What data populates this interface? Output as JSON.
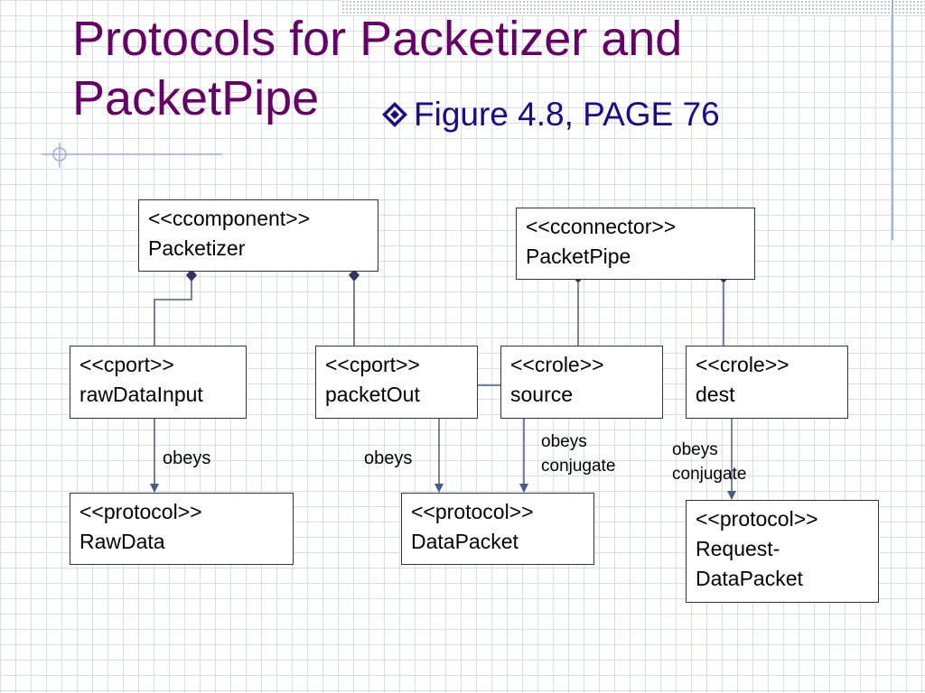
{
  "title": {
    "line1": "Protocols for Packetizer and",
    "line2": "PacketPipe"
  },
  "bullet": {
    "icon": "diamond-bullet-icon",
    "text": "Figure 4.8, PAGE 76"
  },
  "colors": {
    "title": "#660066",
    "bullet_text": "#1a0a8c",
    "grid": "#d6dcef",
    "connector": "#4a5a8a"
  },
  "boxes": {
    "packetizer": {
      "stereotype": "<<ccomponent>>",
      "name": "Packetizer"
    },
    "packetpipe": {
      "stereotype": "<<cconnector>>",
      "name": "PacketPipe"
    },
    "rawdatainput": {
      "stereotype": "<<cport>>",
      "name": "rawDataInput"
    },
    "packetout": {
      "stereotype": "<<cport>>",
      "name": "packetOut"
    },
    "source": {
      "stereotype": "<<crole>>",
      "name": "source"
    },
    "dest": {
      "stereotype": "<<crole>>",
      "name": "dest"
    },
    "rawdata": {
      "stereotype": "<<protocol>>",
      "name": "RawData"
    },
    "datapacket": {
      "stereotype": "<<protocol>>",
      "name": "DataPacket"
    },
    "requestdatapacket": {
      "stereotype": "<<protocol>>",
      "name_line1": "Request-",
      "name_line2": "DataPacket"
    }
  },
  "edge_labels": {
    "rawdatainput_obeys": "obeys",
    "packetout_obeys": "obeys",
    "source_obeys_line1": "obeys",
    "source_obeys_line2": "conjugate",
    "dest_obeys_line1": "obeys",
    "dest_obeys_line2": "conjugate"
  }
}
